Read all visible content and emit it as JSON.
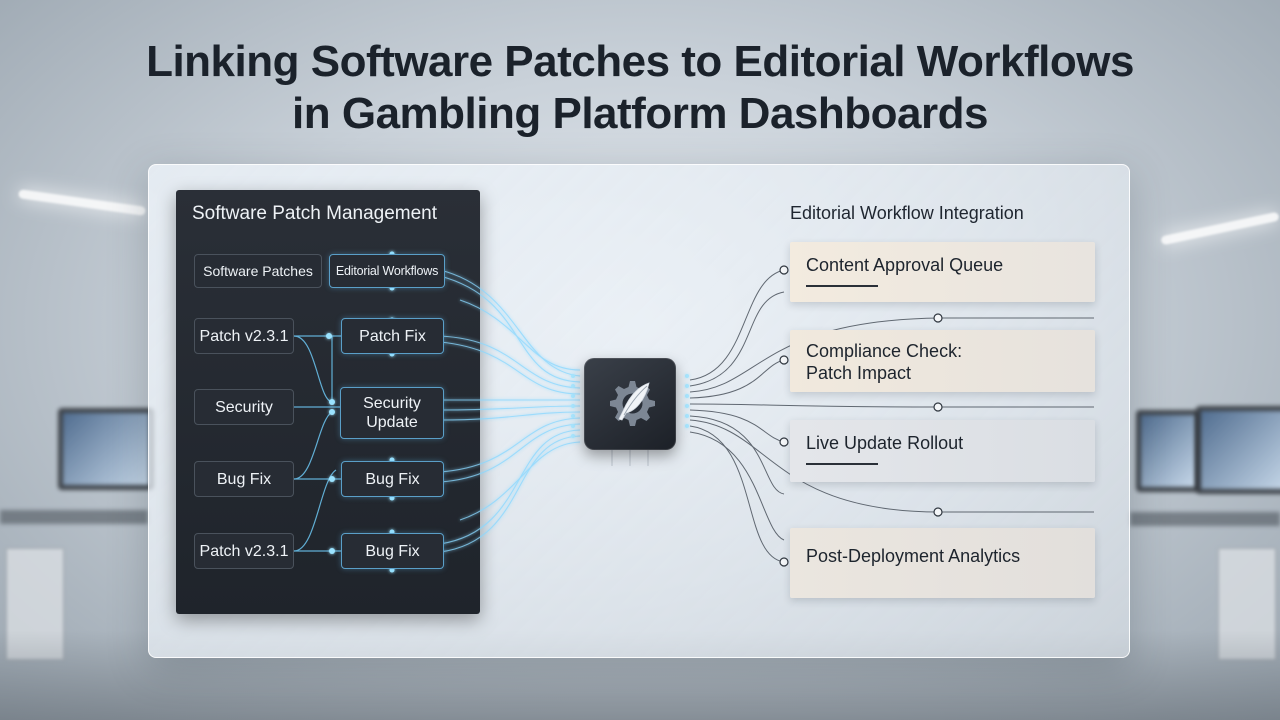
{
  "title": {
    "line1": "Linking Software Patches to Editorial Workflows",
    "line2": "in Gambling Platform Dashboards"
  },
  "left_panel": {
    "heading": "Software Patch Management",
    "nodes": [
      {
        "id": "software-patches",
        "label": "Software Patches"
      },
      {
        "id": "editorial-workflows",
        "label": "Editorial Workflows"
      },
      {
        "id": "patch-v231-a",
        "label": "Patch v2.3.1"
      },
      {
        "id": "patch-fix",
        "label": "Patch Fix"
      },
      {
        "id": "security",
        "label": "Security"
      },
      {
        "id": "security-update",
        "label_line1": "Security",
        "label_line2": "Update"
      },
      {
        "id": "bug-fix-a",
        "label": "Bug Fix"
      },
      {
        "id": "bug-fix-b",
        "label": "Bug Fix"
      },
      {
        "id": "patch-v231-b",
        "label": "Patch v2.3.1"
      },
      {
        "id": "bug-fix-c",
        "label": "Bug Fix"
      }
    ]
  },
  "hub": {
    "icon": "gear-feather-icon"
  },
  "right_panel": {
    "heading": "Editorial Workflow Integration",
    "cards": [
      {
        "id": "content-approval",
        "label": "Content Approval Queue"
      },
      {
        "id": "compliance-check",
        "label_line1": "Compliance Check:",
        "label_line2": "Patch Impact"
      },
      {
        "id": "live-update",
        "label": "Live Update Rollout"
      },
      {
        "id": "post-deployment",
        "label": "Post-Deployment Analytics"
      }
    ]
  },
  "colors": {
    "accent_glow": "#7fd3ff",
    "dark_panel": "#22272e",
    "card_warm": "#efe6da",
    "card_cool": "#e2e5e9"
  }
}
